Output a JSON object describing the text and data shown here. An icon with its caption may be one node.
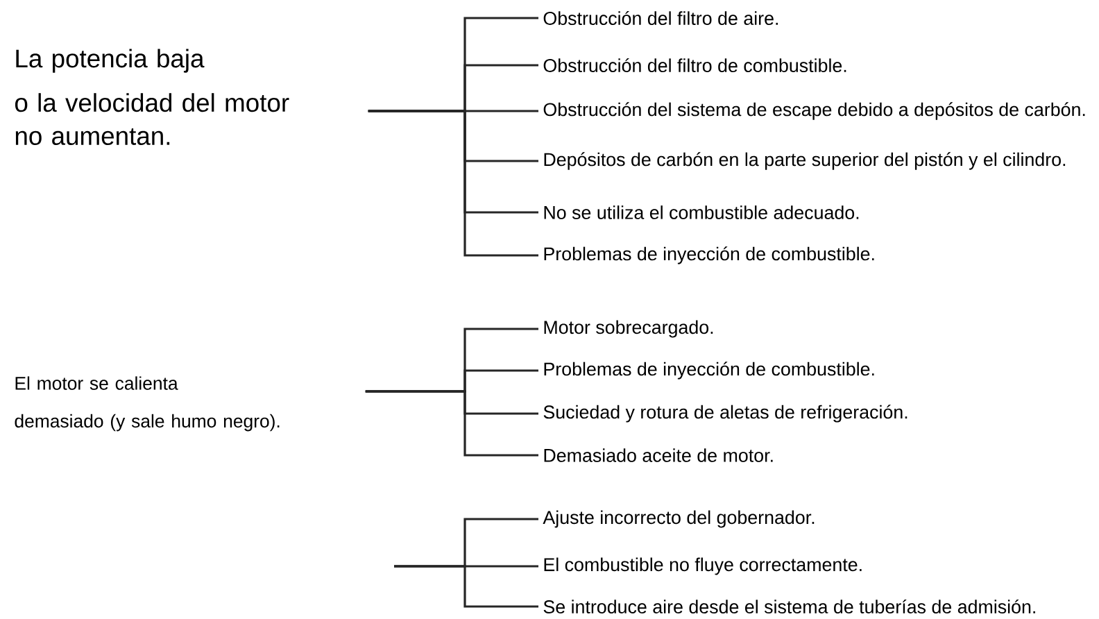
{
  "diagram": {
    "nodes": [
      {
        "text": [
          "La potencia baja",
          "o la velocidad del motor no aumentan."
        ]
      },
      {
        "text": [
          "Obstrucción del filtro de aire."
        ]
      },
      {
        "text": [
          "Obstrucción del filtro de combustible."
        ]
      },
      {
        "text": [
          "Obstrucción del sistema de escape debido a depósitos de carbón."
        ]
      },
      {
        "text": [
          "Depósitos de carbón en la parte superior del pistón y el cilindro."
        ]
      },
      {
        "text": [
          "No se utiliza el combustible adecuado."
        ]
      },
      {
        "text": [
          "Problemas de inyección de combustible."
        ]
      },
      {
        "text": [
          "El motor se calienta",
          "demasiado (y sale humo negro)."
        ]
      },
      {
        "text": [
          "Motor sobrecargado."
        ]
      },
      {
        "text": [
          "Problemas de inyección de combustible."
        ]
      },
      {
        "text": [
          "Suciedad y rotura de aletas de refrigeración."
        ]
      },
      {
        "text": [
          "Demasiado aceite de motor."
        ]
      },
      {
        "text": [
          "Ajuste incorrecto del gobernador."
        ]
      },
      {
        "text": [
          "El combustible no fluye correctamente."
        ]
      },
      {
        "text": [
          "Se introduce aire desde el sistema de tuberías de admisión."
        ]
      }
    ],
    "edges": [
      {
        "from": 0,
        "to": 1,
        "arrow": "none"
      },
      {
        "from": 0,
        "to": 2,
        "arrow": "none"
      },
      {
        "from": 0,
        "to": 3,
        "arrow": "none"
      },
      {
        "from": 0,
        "to": 4,
        "arrow": "none"
      },
      {
        "from": 0,
        "to": 5,
        "arrow": "none"
      },
      {
        "from": 0,
        "to": 6,
        "arrow": "none"
      },
      {
        "from": 7,
        "to": 8,
        "arrow": "none"
      },
      {
        "from": 7,
        "to": 9,
        "arrow": "none"
      },
      {
        "from": 7,
        "to": 10,
        "arrow": "none"
      },
      {
        "from": 7,
        "to": 11,
        "arrow": "none"
      },
      {
        "from": null,
        "to": 12,
        "arrow": "none"
      },
      {
        "from": null,
        "to": 13,
        "arrow": "none"
      },
      {
        "from": null,
        "to": 14,
        "arrow": "none"
      }
    ]
  }
}
